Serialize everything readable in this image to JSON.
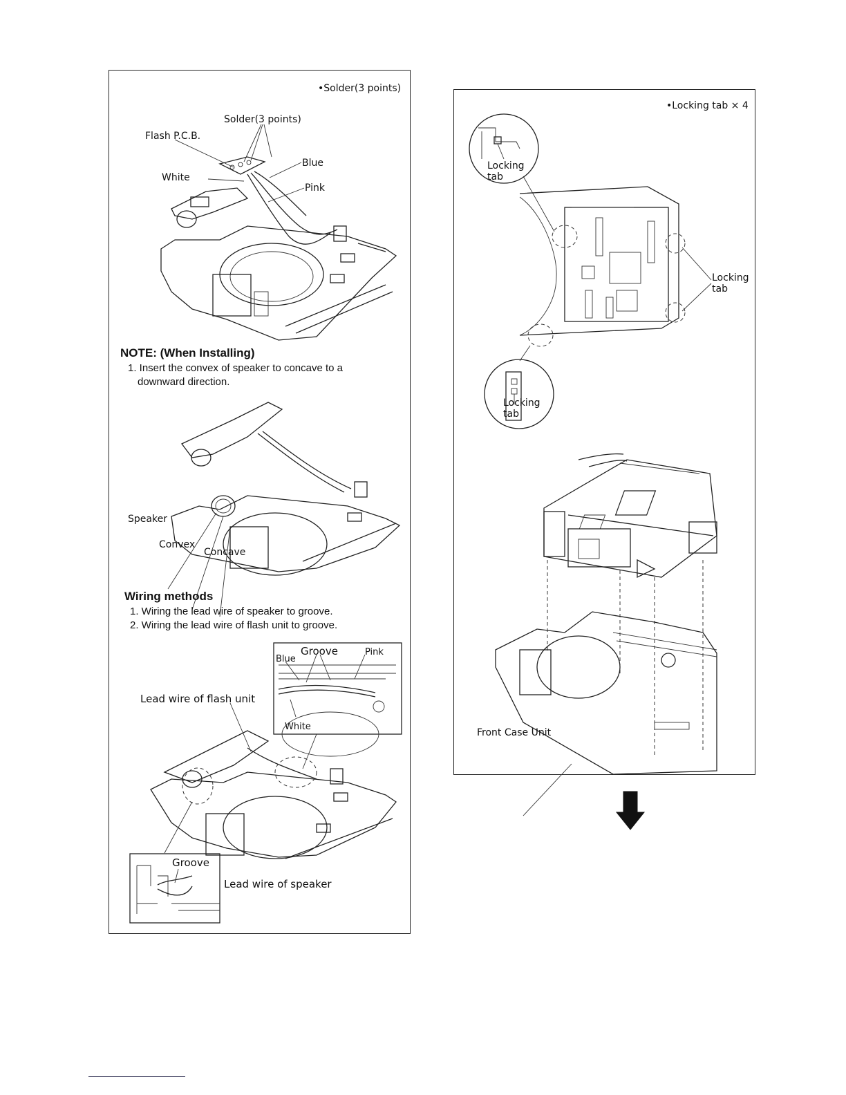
{
  "left": {
    "fig1": {
      "header": "•Solder(3 points)",
      "solder": "Solder(3 points)",
      "flash_pcb": "Flash P.C.B.",
      "blue": "Blue",
      "white": "White",
      "pink": "Pink"
    },
    "note": {
      "title": "NOTE: (When Installing)",
      "step1a": "1. Insert the convex of speaker to concave to a",
      "step1b": "downward direction."
    },
    "fig2": {
      "speaker": "Speaker",
      "convex": "Convex",
      "concave": "Concave"
    },
    "wiring": {
      "title": "Wiring methods",
      "step1": "1. Wiring the lead wire of speaker to groove.",
      "step2": "2. Wiring the lead wire of flash unit to groove."
    },
    "fig3": {
      "groove_top": "Groove",
      "blue": "Blue",
      "pink": "Pink",
      "white": "White",
      "lead_flash": "Lead wire of flash unit",
      "groove_bottom": "Groove",
      "lead_speaker": "Lead wire of speaker"
    }
  },
  "right": {
    "fig4": {
      "header": "•Locking tab × 4",
      "locking_tab_1": "Locking",
      "locking_tab_1b": "tab",
      "locking_tab_2": "Locking",
      "locking_tab_2b": "tab",
      "locking_tab_3": "Locking",
      "locking_tab_3b": "tab"
    },
    "fig5": {
      "front_case": "Front Case Unit"
    }
  }
}
